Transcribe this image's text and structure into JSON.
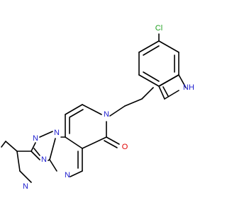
{
  "molecule": {
    "atoms": [
      {
        "id": "cl",
        "label": "Cl",
        "color": "#1fa01f"
      },
      {
        "id": "nh",
        "label": "NH",
        "color": "#2020d0"
      },
      {
        "id": "n7",
        "label": "N",
        "color": "#2020d0"
      },
      {
        "id": "o6",
        "label": "O",
        "color": "#e00000"
      },
      {
        "id": "n1",
        "label": "N",
        "color": "#2020d0"
      },
      {
        "id": "n3",
        "label": "N",
        "color": "#2020d0"
      },
      {
        "id": "n4",
        "label": "N",
        "color": "#2020d0"
      },
      {
        "id": "n10",
        "label": "N",
        "color": "#2020d0"
      },
      {
        "id": "npy",
        "label": "N",
        "color": "#2020d0"
      }
    ]
  }
}
